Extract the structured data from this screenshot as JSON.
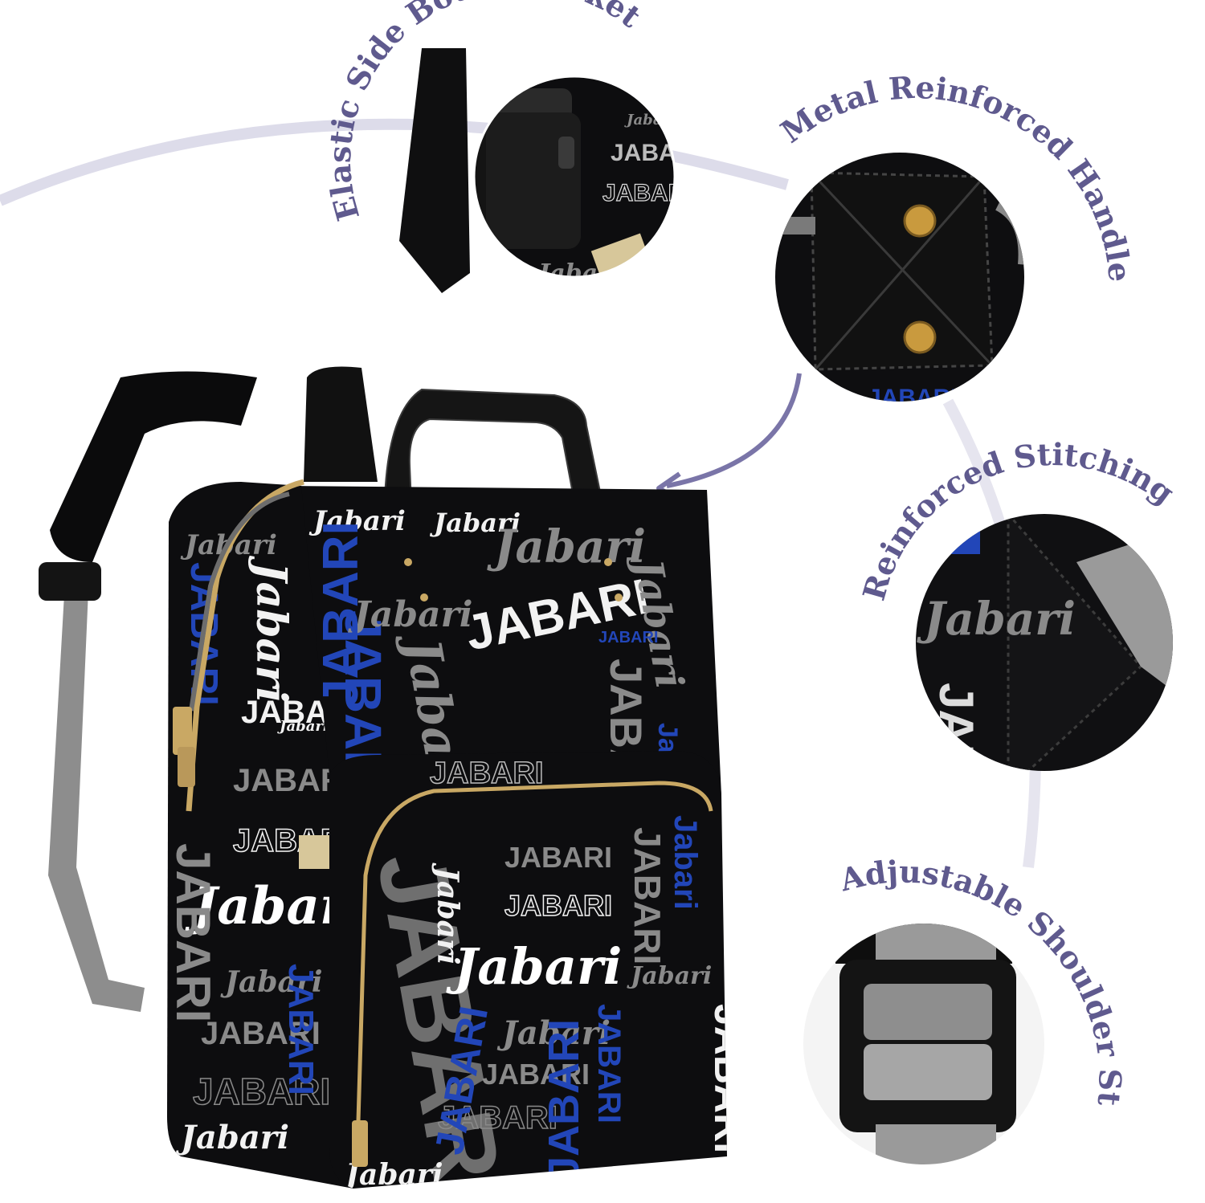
{
  "colors": {
    "accent": "#5f5a8e",
    "arc": "#dddcea",
    "bag_black": "#0d0d0f",
    "pattern_blue": "#2246b8",
    "pattern_gray": "#8a8a8a",
    "pattern_white": "#f2f2f2",
    "zipper_gold": "#c9a864",
    "strap_gray": "#8d8d8d"
  },
  "features": {
    "bottle_pocket": {
      "label": "Elastic Side Bottle Pocket",
      "icon": "water-bottle-icon"
    },
    "handle": {
      "label": "Metal Reinforced Handle",
      "icon": "rivet-icon"
    },
    "stitching": {
      "label": "Reinforced Stitching",
      "icon": "stitch-icon"
    },
    "strap": {
      "label": "Adjustable Shoulder Strap",
      "icon": "buckle-icon"
    }
  },
  "product": {
    "name": "Jabari",
    "name_caps": "JABARI"
  }
}
